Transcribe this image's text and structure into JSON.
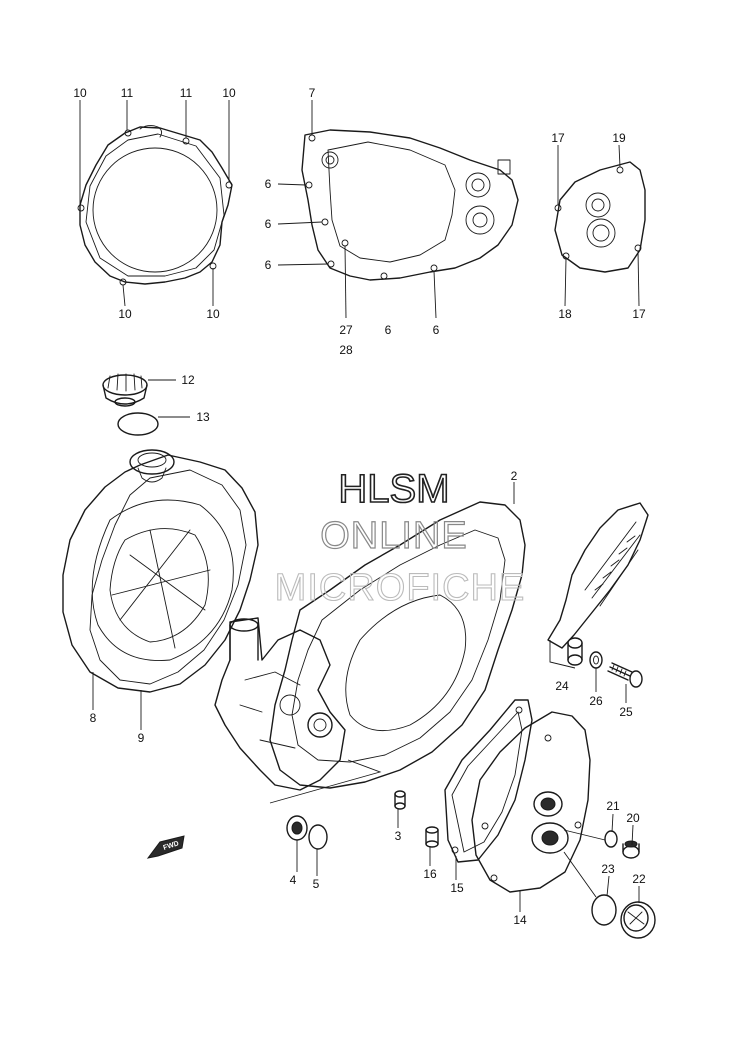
{
  "watermark": {
    "line1": "HLSM",
    "line2": "ONLINE",
    "line3": "MICROFICHE"
  },
  "forward_marker": "FWD",
  "callouts": [
    {
      "id": "c10a",
      "text": "10"
    },
    {
      "id": "c11a",
      "text": "11"
    },
    {
      "id": "c11b",
      "text": "11"
    },
    {
      "id": "c10b",
      "text": "10"
    },
    {
      "id": "c10c",
      "text": "10"
    },
    {
      "id": "c10d",
      "text": "10"
    },
    {
      "id": "c7",
      "text": "7"
    },
    {
      "id": "c6a",
      "text": "6"
    },
    {
      "id": "c6b",
      "text": "6"
    },
    {
      "id": "c6c",
      "text": "6"
    },
    {
      "id": "c27",
      "text": "27"
    },
    {
      "id": "c28",
      "text": "28"
    },
    {
      "id": "c6d",
      "text": "6"
    },
    {
      "id": "c6e",
      "text": "6"
    },
    {
      "id": "c17a",
      "text": "17"
    },
    {
      "id": "c19",
      "text": "19"
    },
    {
      "id": "c18",
      "text": "18"
    },
    {
      "id": "c17b",
      "text": "17"
    },
    {
      "id": "c12",
      "text": "12"
    },
    {
      "id": "c13",
      "text": "13"
    },
    {
      "id": "c2",
      "text": "2"
    },
    {
      "id": "c8",
      "text": "8"
    },
    {
      "id": "c9",
      "text": "9"
    },
    {
      "id": "c24",
      "text": "24"
    },
    {
      "id": "c26",
      "text": "26"
    },
    {
      "id": "c25",
      "text": "25"
    },
    {
      "id": "c3",
      "text": "3"
    },
    {
      "id": "c4",
      "text": "4"
    },
    {
      "id": "c5",
      "text": "5"
    },
    {
      "id": "c16",
      "text": "16"
    },
    {
      "id": "c15",
      "text": "15"
    },
    {
      "id": "c14",
      "text": "14"
    },
    {
      "id": "c21",
      "text": "21"
    },
    {
      "id": "c20",
      "text": "20"
    },
    {
      "id": "c23",
      "text": "23"
    },
    {
      "id": "c22",
      "text": "22"
    }
  ]
}
